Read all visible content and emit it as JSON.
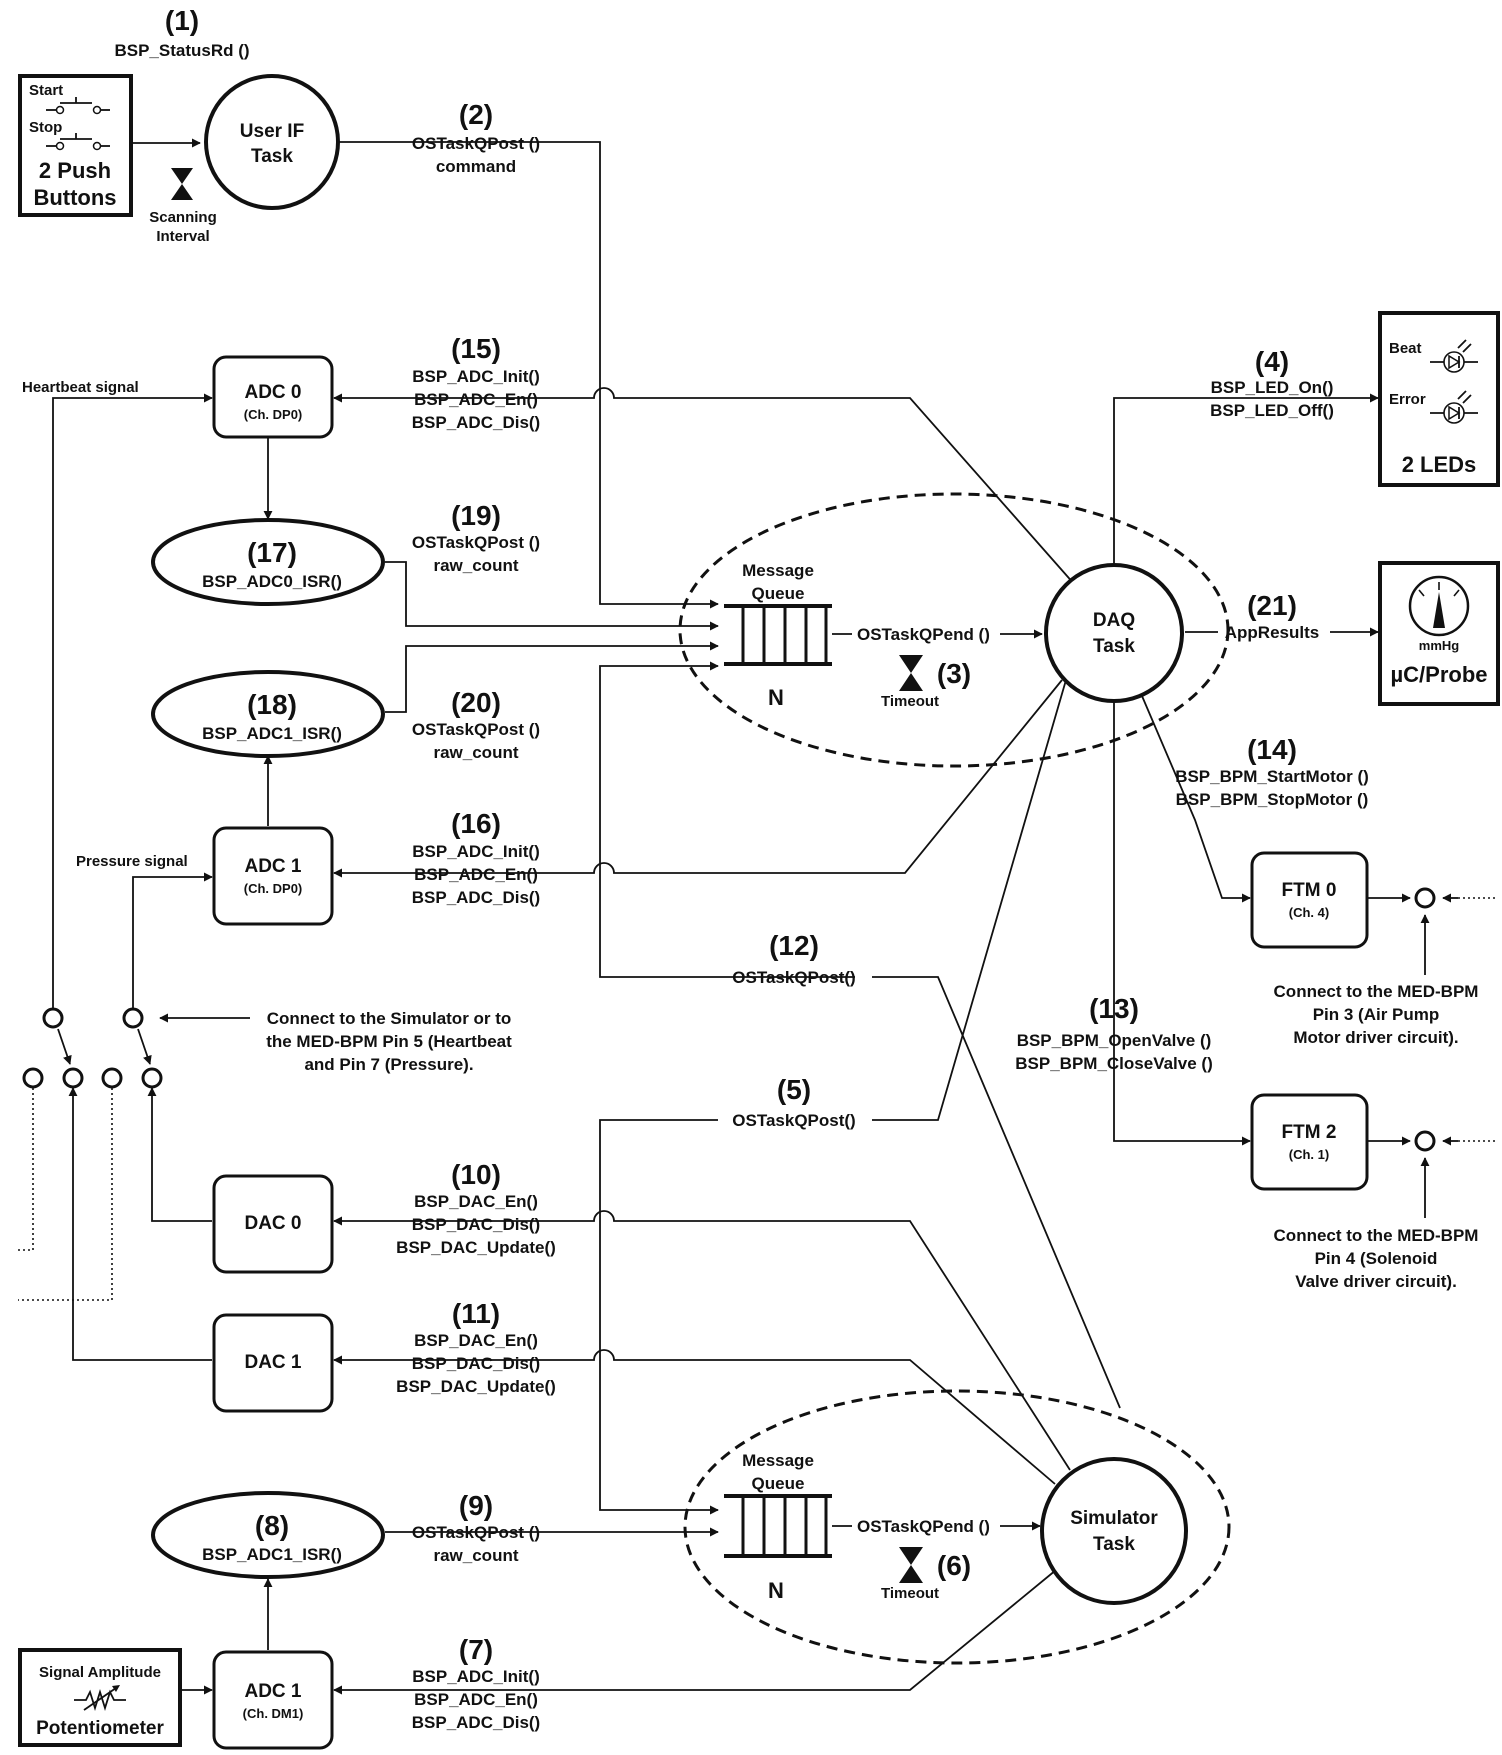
{
  "steps": {
    "s1": "(1)",
    "s2": "(2)",
    "s3": "(3)",
    "s4": "(4)",
    "s5": "(5)",
    "s6": "(6)",
    "s7": "(7)",
    "s8": "(8)",
    "s9": "(9)",
    "s10": "(10)",
    "s11": "(11)",
    "s12": "(12)",
    "s13": "(13)",
    "s14": "(14)",
    "s15": "(15)",
    "s16": "(16)",
    "s17": "(17)",
    "s18": "(18)",
    "s19": "(19)",
    "s20": "(20)",
    "s21": "(21)"
  },
  "labels": {
    "status_rd": "BSP_StatusRd ()",
    "start": "Start",
    "stop": "Stop",
    "push_buttons": [
      "2 Push",
      "Buttons"
    ],
    "scanning": [
      "Scanning",
      "Interval"
    ],
    "user_if_task": [
      "User IF",
      "Task"
    ],
    "q_post_cmd": [
      "OSTaskQPost ()",
      "command"
    ],
    "beat": "Beat",
    "error": "Error",
    "two_leds": "2 LEDs",
    "led_calls": [
      "BSP_LED_On()",
      "BSP_LED_Off()"
    ],
    "heartbeat_signal": "Heartbeat signal",
    "pressure_signal": "Pressure signal",
    "adc0": [
      "ADC 0",
      "(Ch. DP0)"
    ],
    "adc1_top": [
      "ADC 1",
      "(Ch. DP0)"
    ],
    "adc1_bottom": [
      "ADC 1",
      "(Ch. DM1)"
    ],
    "adc_calls": [
      "BSP_ADC_Init()",
      "BSP_ADC_En()",
      "BSP_ADC_Dis()"
    ],
    "isr_adc0": "BSP_ADC0_ISR()",
    "isr_adc1": "BSP_ADC1_ISR()",
    "q_post_raw": [
      "OSTaskQPost ()",
      "raw_count"
    ],
    "message_queue": [
      "Message",
      "Queue"
    ],
    "queue_n": "N",
    "q_pend": "OSTaskQPend  ()",
    "timeout": "Timeout",
    "daq_task": [
      "DAQ",
      "Task"
    ],
    "app_results": "AppResults",
    "mmhg": "mmHg",
    "probe": "µC/Probe",
    "motor_calls": [
      "BSP_BPM_StartMotor ()",
      "BSP_BPM_StopMotor ()"
    ],
    "ftm0": [
      "FTM 0",
      "(Ch. 4)"
    ],
    "ftm2": [
      "FTM 2",
      "(Ch. 1)"
    ],
    "connect_pump": [
      "Connect to the MED-BPM",
      "Pin 3 (Air Pump",
      "Motor driver circuit)."
    ],
    "connect_valve": [
      "Connect to the MED-BPM",
      "Pin 4 (Solenoid",
      "Valve driver circuit)."
    ],
    "valve_calls": [
      "BSP_BPM_OpenValve ()",
      "BSP_BPM_CloseValve ()"
    ],
    "q_post_short": "OSTaskQPost()",
    "connect_sim": [
      "Connect to the Simulator or to",
      "the MED-BPM Pin 5 (Heartbeat",
      "and Pin 7 (Pressure)."
    ],
    "dac0": "DAC 0",
    "dac1": "DAC 1",
    "dac_calls": [
      "BSP_DAC_En()",
      "BSP_DAC_Dis()",
      "BSP_DAC_Update()"
    ],
    "simulator_task": [
      "Simulator",
      "Task"
    ],
    "signal_amplitude": "Signal Amplitude",
    "potentiometer": "Potentiometer"
  }
}
